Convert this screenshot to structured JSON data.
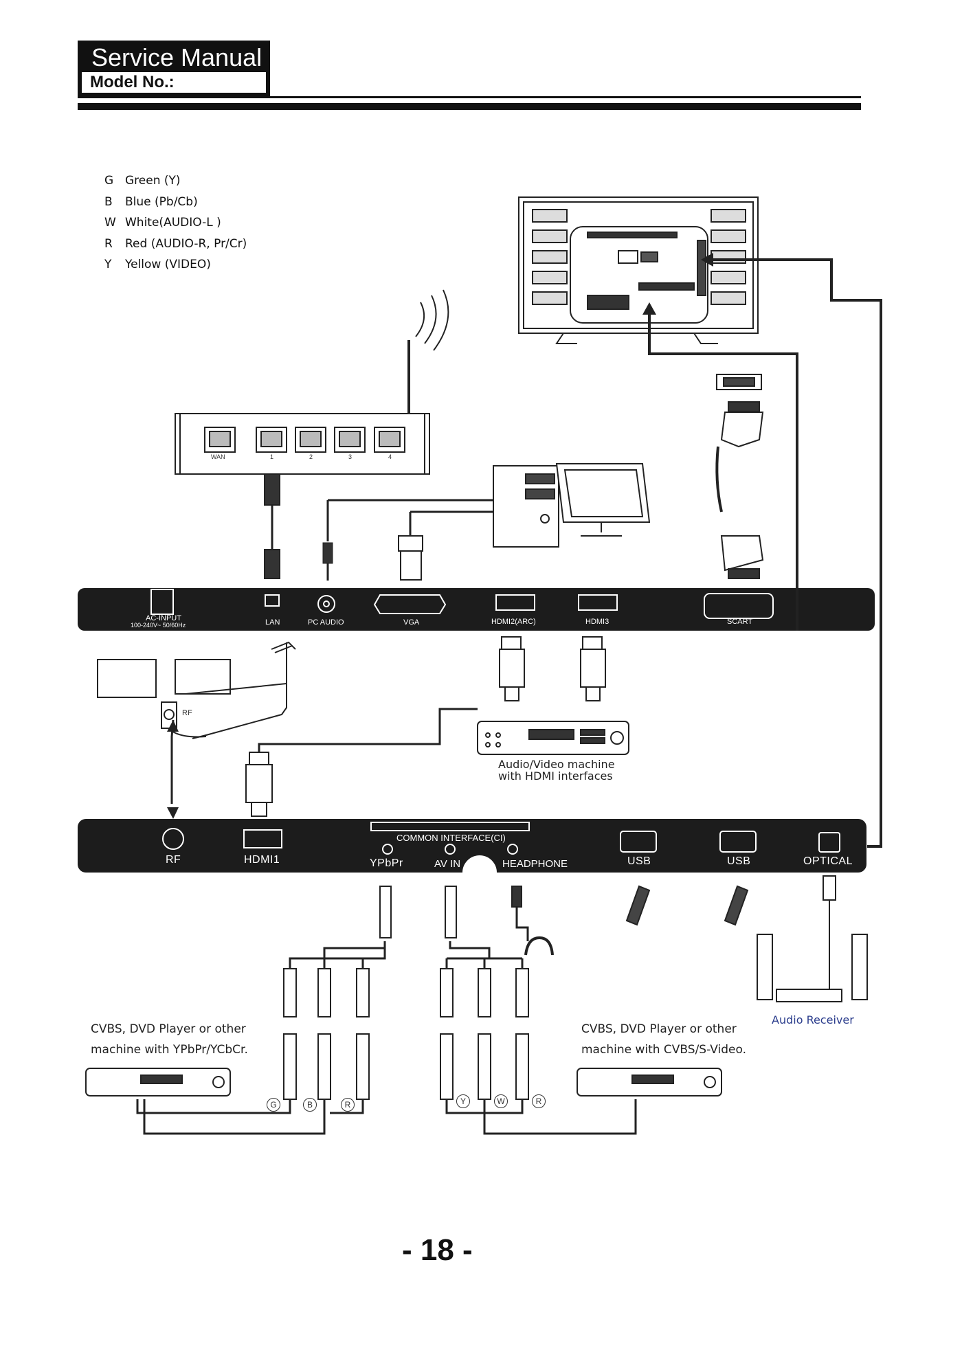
{
  "header": {
    "title": "Service Manual",
    "model_label": "Model No.:"
  },
  "legend": [
    {
      "key": "G",
      "text": "Green (Y)"
    },
    {
      "key": "B",
      "text": "Blue (Pb/Cb)"
    },
    {
      "key": "W",
      "text": "White(AUDIO-L )"
    },
    {
      "key": "R",
      "text": "Red (AUDIO-R, Pr/Cr)"
    },
    {
      "key": "Y",
      "text": "Yellow (VIDEO)"
    }
  ],
  "router_ports": [
    "WAN",
    "1",
    "2",
    "3",
    "4"
  ],
  "top_panel": {
    "ac_input": "AC-INPUT",
    "ac_spec": "100-240V~ 50/60Hz",
    "lan": "LAN",
    "pc_audio": "PC AUDIO",
    "vga": "VGA",
    "hdmi2": "HDMI2(ARC)",
    "hdmi3": "HDMI3",
    "scart": "SCART"
  },
  "rf_tag": "RF",
  "av_machine_caption": [
    "Audio/Video machine",
    "with HDMI interfaces"
  ],
  "bottom_panel": {
    "rf": "RF",
    "hdmi1": "HDMI1",
    "ci": "COMMON INTERFACE(CI)",
    "ypbpr": "YPbPr",
    "av_in": "AV IN",
    "headphone": "HEADPHONE",
    "usb1": "USB",
    "usb2": "USB",
    "optical": "OPTICAL"
  },
  "audio_receiver": "Audio Receiver",
  "dvd_left_caption": [
    "CVBS, DVD  Player or other",
    "machine with YPbPr/YCbCr."
  ],
  "dvd_right_caption": [
    "CVBS, DVD  Player or other",
    "machine with CVBS/S-Video."
  ],
  "plug_markers_left": [
    "G",
    "B",
    "R"
  ],
  "plug_markers_right": [
    "Y",
    "W",
    "R"
  ],
  "page_number": "- 18 -"
}
